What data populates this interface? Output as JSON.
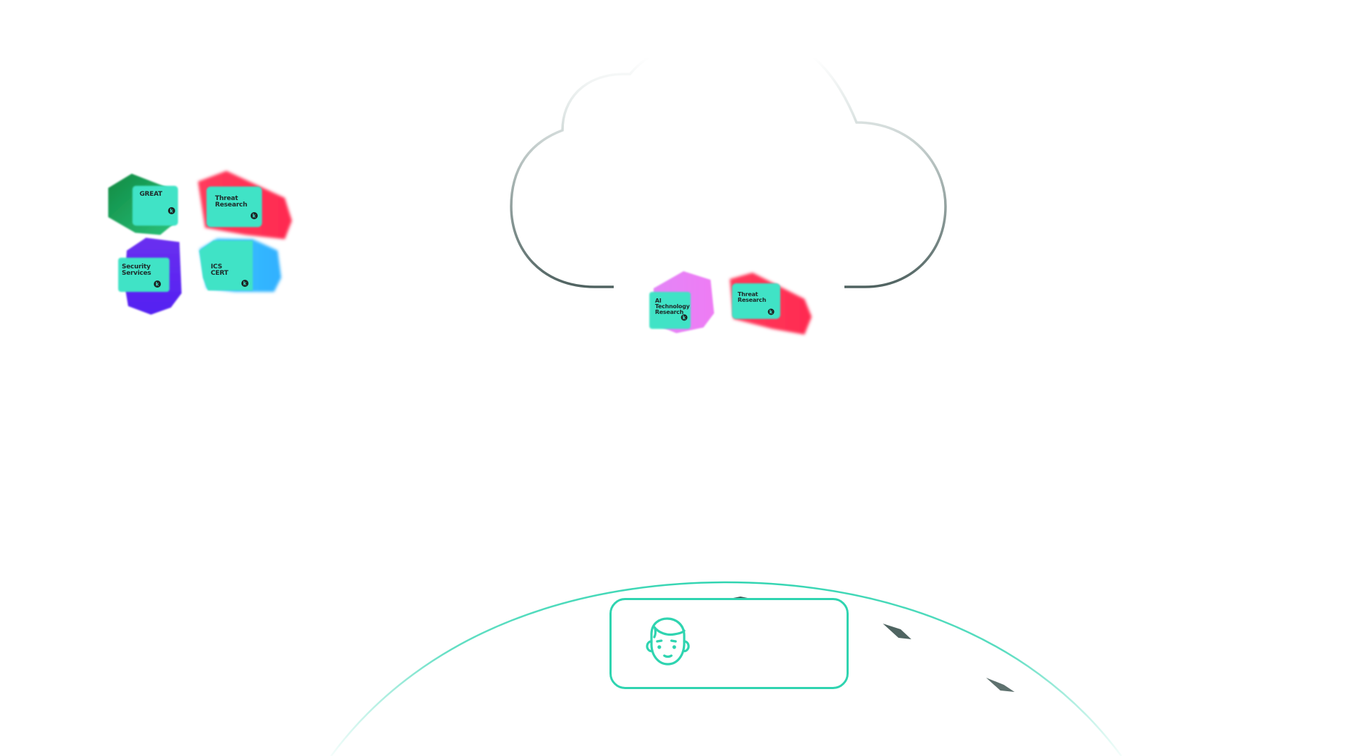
{
  "diagram": {
    "colors": {
      "teal": "#3fe3c6",
      "teal_accent": "#2fd4b0",
      "cloud_stroke_dark": "#4f6260",
      "cloud_stroke_light": "#dfe6e5",
      "globe_land": "#4f6461",
      "great_green": "#15984a",
      "threat_red": "#ff2f55",
      "security_purple": "#5a28ef",
      "ics_blue": "#33b6ff",
      "ai_pink": "#e97df5",
      "k_badge": "#1c2423"
    },
    "left_group": {
      "badges": [
        {
          "id": "great",
          "lines": [
            "GREAT"
          ],
          "color": "great_green"
        },
        {
          "id": "threat-research",
          "lines": [
            "Threat",
            "Research"
          ],
          "color": "threat_red"
        },
        {
          "id": "security-services",
          "lines": [
            "Security",
            "Services"
          ],
          "color": "security_purple"
        },
        {
          "id": "ics-cert",
          "lines": [
            "ICS",
            "CERT"
          ],
          "color": "ics_blue"
        }
      ]
    },
    "cloud": {
      "badges": [
        {
          "id": "ai-technology-research",
          "lines": [
            "AI",
            "Technology",
            "Research"
          ],
          "color": "ai_pink"
        },
        {
          "id": "cloud-threat-research",
          "lines": [
            "Threat",
            "Research"
          ],
          "color": "threat_red"
        }
      ]
    },
    "k_logo_letter": "k",
    "user_card": {
      "icon": "user-face-icon"
    },
    "globe": {
      "icon": "globe-earth-icon"
    }
  }
}
